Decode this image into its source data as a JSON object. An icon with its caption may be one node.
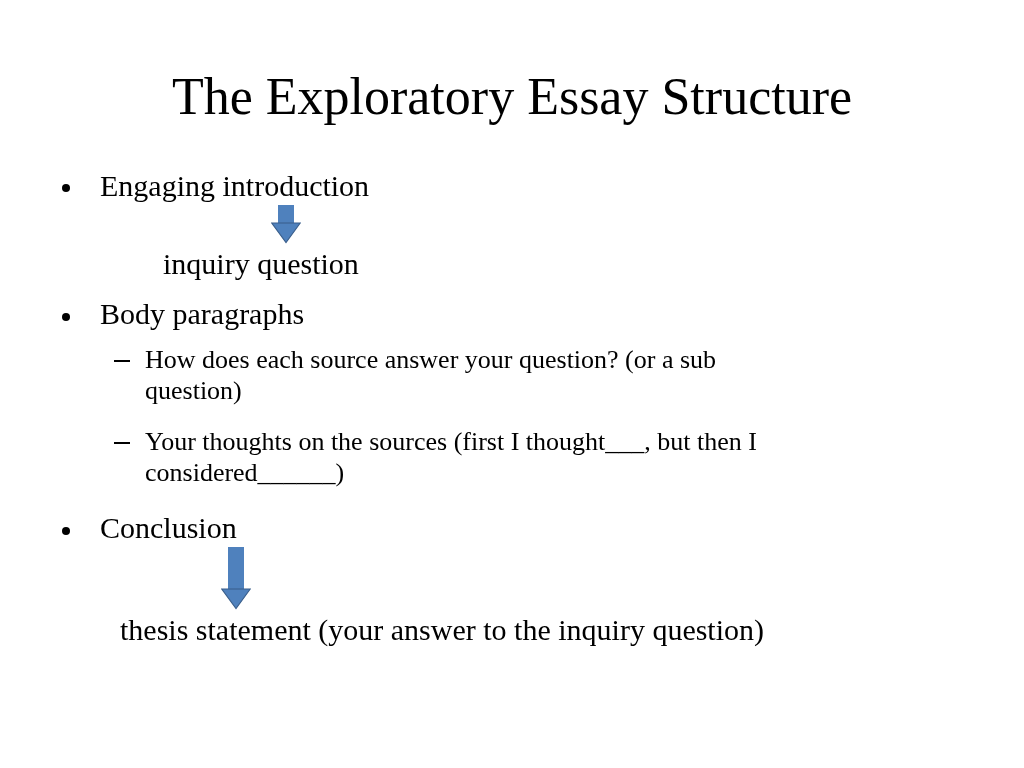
{
  "diagram": {
    "title": "The Exploratory Essay Structure",
    "nodes": [
      {
        "text": [
          "Engaging introduction"
        ]
      },
      {
        "text": [
          "inquiry question"
        ]
      },
      {
        "text": [
          "Conclusion"
        ]
      },
      {
        "text": [
          "thesis statement (your answer to the inquiry question)"
        ]
      }
    ],
    "edges": [
      {
        "from": 0,
        "to": 1,
        "arrow": "to"
      },
      {
        "from": 2,
        "to": 3,
        "arrow": "to"
      }
    ],
    "labels": [
      "Body paragraphs",
      "How does each source answer your question? (or a sub question)",
      "Your thoughts on the sources (first I thought___, but then I considered______)"
    ]
  }
}
